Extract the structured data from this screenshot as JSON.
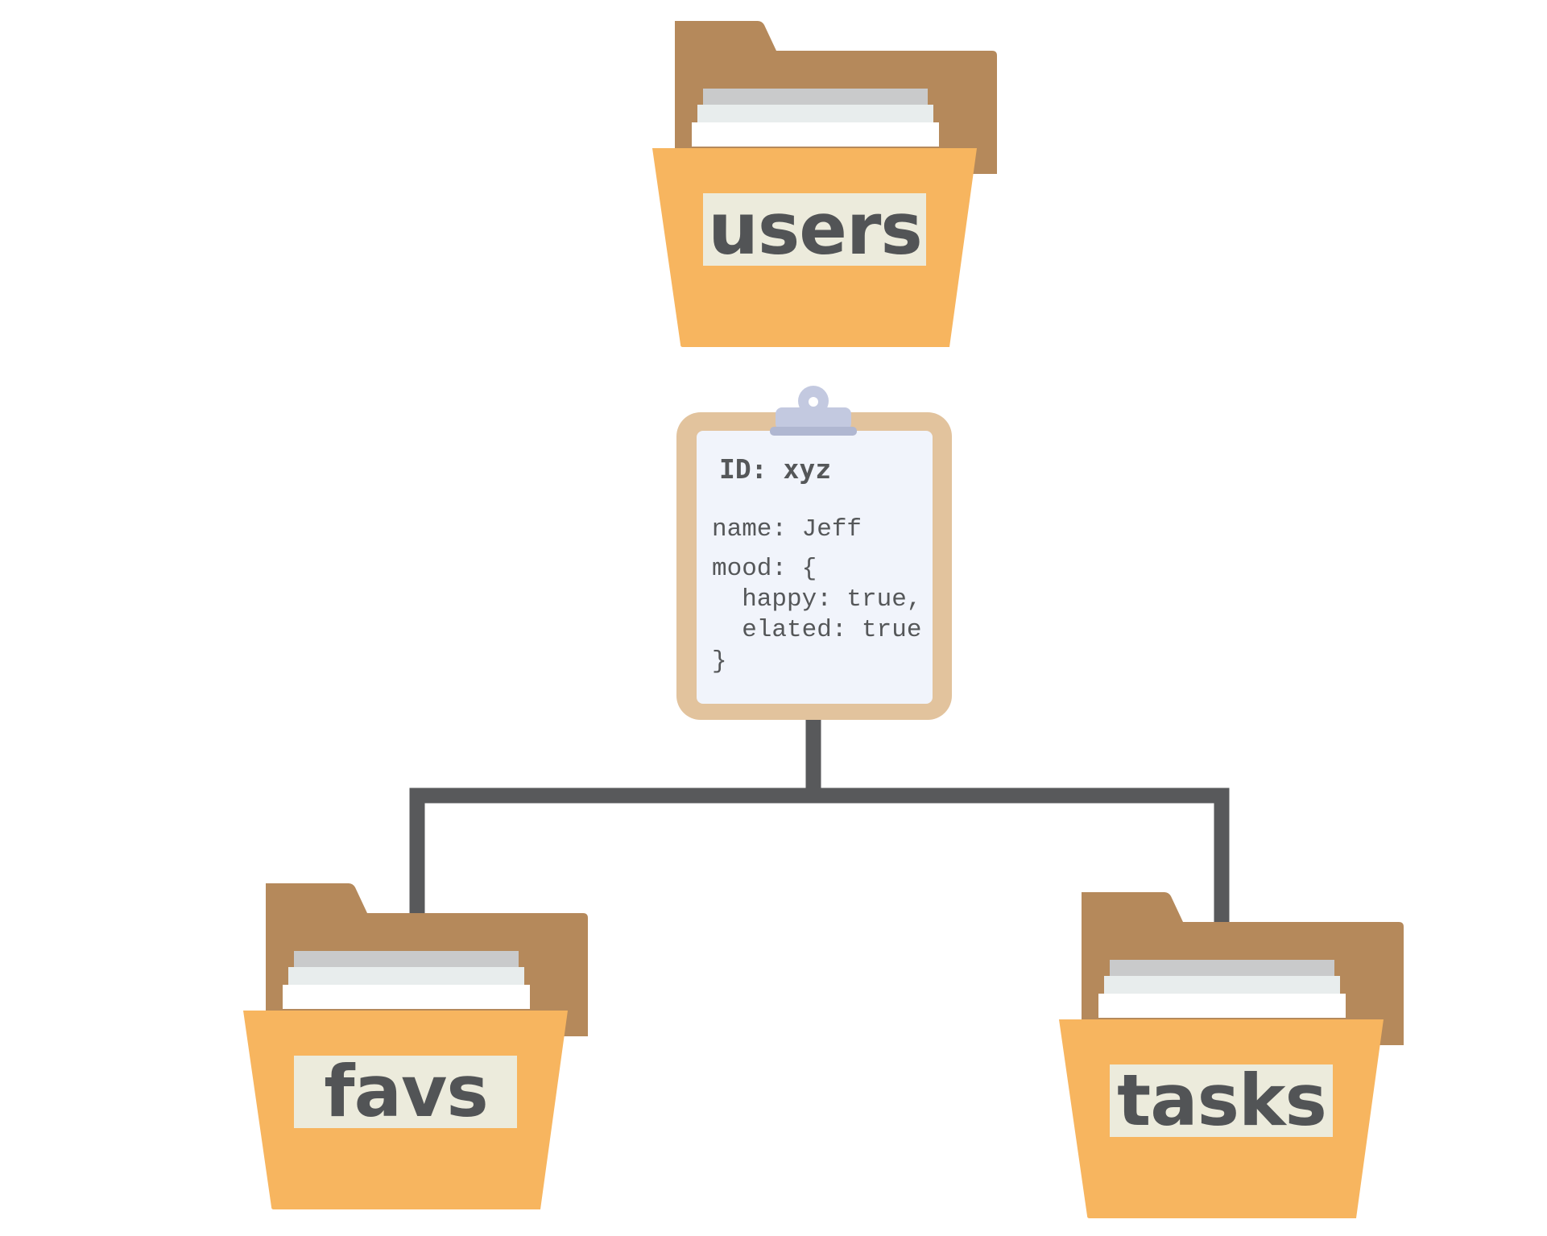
{
  "folders": {
    "users": {
      "label": "users"
    },
    "favs": {
      "label": "favs"
    },
    "tasks": {
      "label": "tasks"
    }
  },
  "document": {
    "id_line": "ID: xyz",
    "lines": [
      "name: Jeff",
      "mood: {",
      "  happy: true,",
      "  elated: true",
      "}"
    ]
  },
  "colors": {
    "folder_back": "#b5895b",
    "folder_front": "#f7b55f",
    "label_bg": "#ecebdc",
    "text_dark": "#525456",
    "connector": "#58595b",
    "clipboard_border": "#e2c39d",
    "paper": "#f1f4fb",
    "clip": "#c3c9e0"
  }
}
